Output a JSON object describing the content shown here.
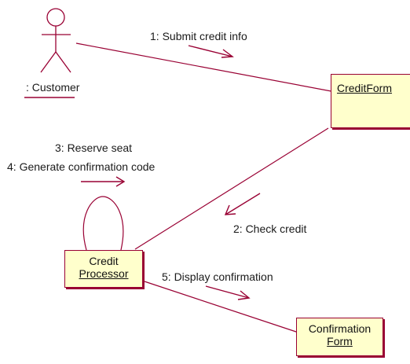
{
  "actor": {
    "name": ": Customer"
  },
  "objects": {
    "credit_form": {
      "name": "CreditForm"
    },
    "credit_processor": {
      "line1": "Credit",
      "line2": "Processor"
    },
    "confirmation_form": {
      "line1": "Confirmation",
      "line2": "Form"
    }
  },
  "messages": {
    "m1": "1: Submit credit info",
    "m2": "2: Check credit",
    "m3": "3: Reserve seat",
    "m4": "4: Generate confirmation code",
    "m5": "5: Display confirmation"
  },
  "colors": {
    "line": "#990033",
    "object_fill": "#ffffcc",
    "text": "#1a1a1a"
  }
}
